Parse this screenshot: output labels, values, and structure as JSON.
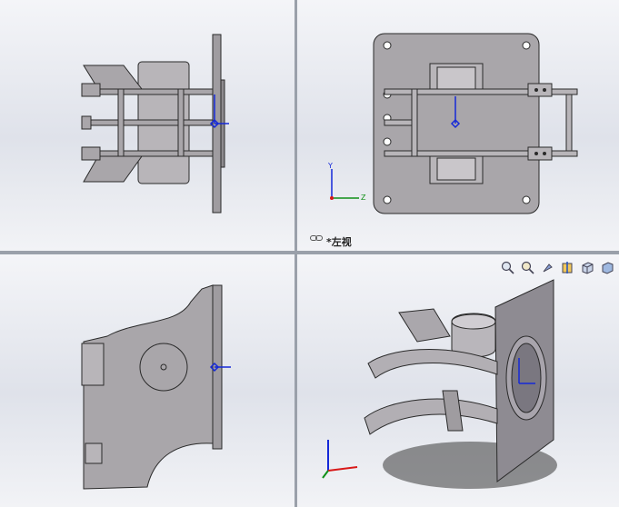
{
  "viewports": {
    "top_right": {
      "view_label": "*左视"
    }
  },
  "triad": {
    "y": "Y",
    "z": "Z"
  },
  "toolbar_icons": [
    "zoom-to-fit-icon",
    "zoom-to-area-icon",
    "previous-view-icon",
    "section-view-icon",
    "view-orientation-icon",
    "display-style-icon"
  ],
  "colors": {
    "part": "#a9a6aa",
    "part_dark": "#7f7c80",
    "outline": "#2a2a2a",
    "axis_blue": "#1428d8",
    "axis_red": "#d81818",
    "axis_green": "#109018"
  }
}
